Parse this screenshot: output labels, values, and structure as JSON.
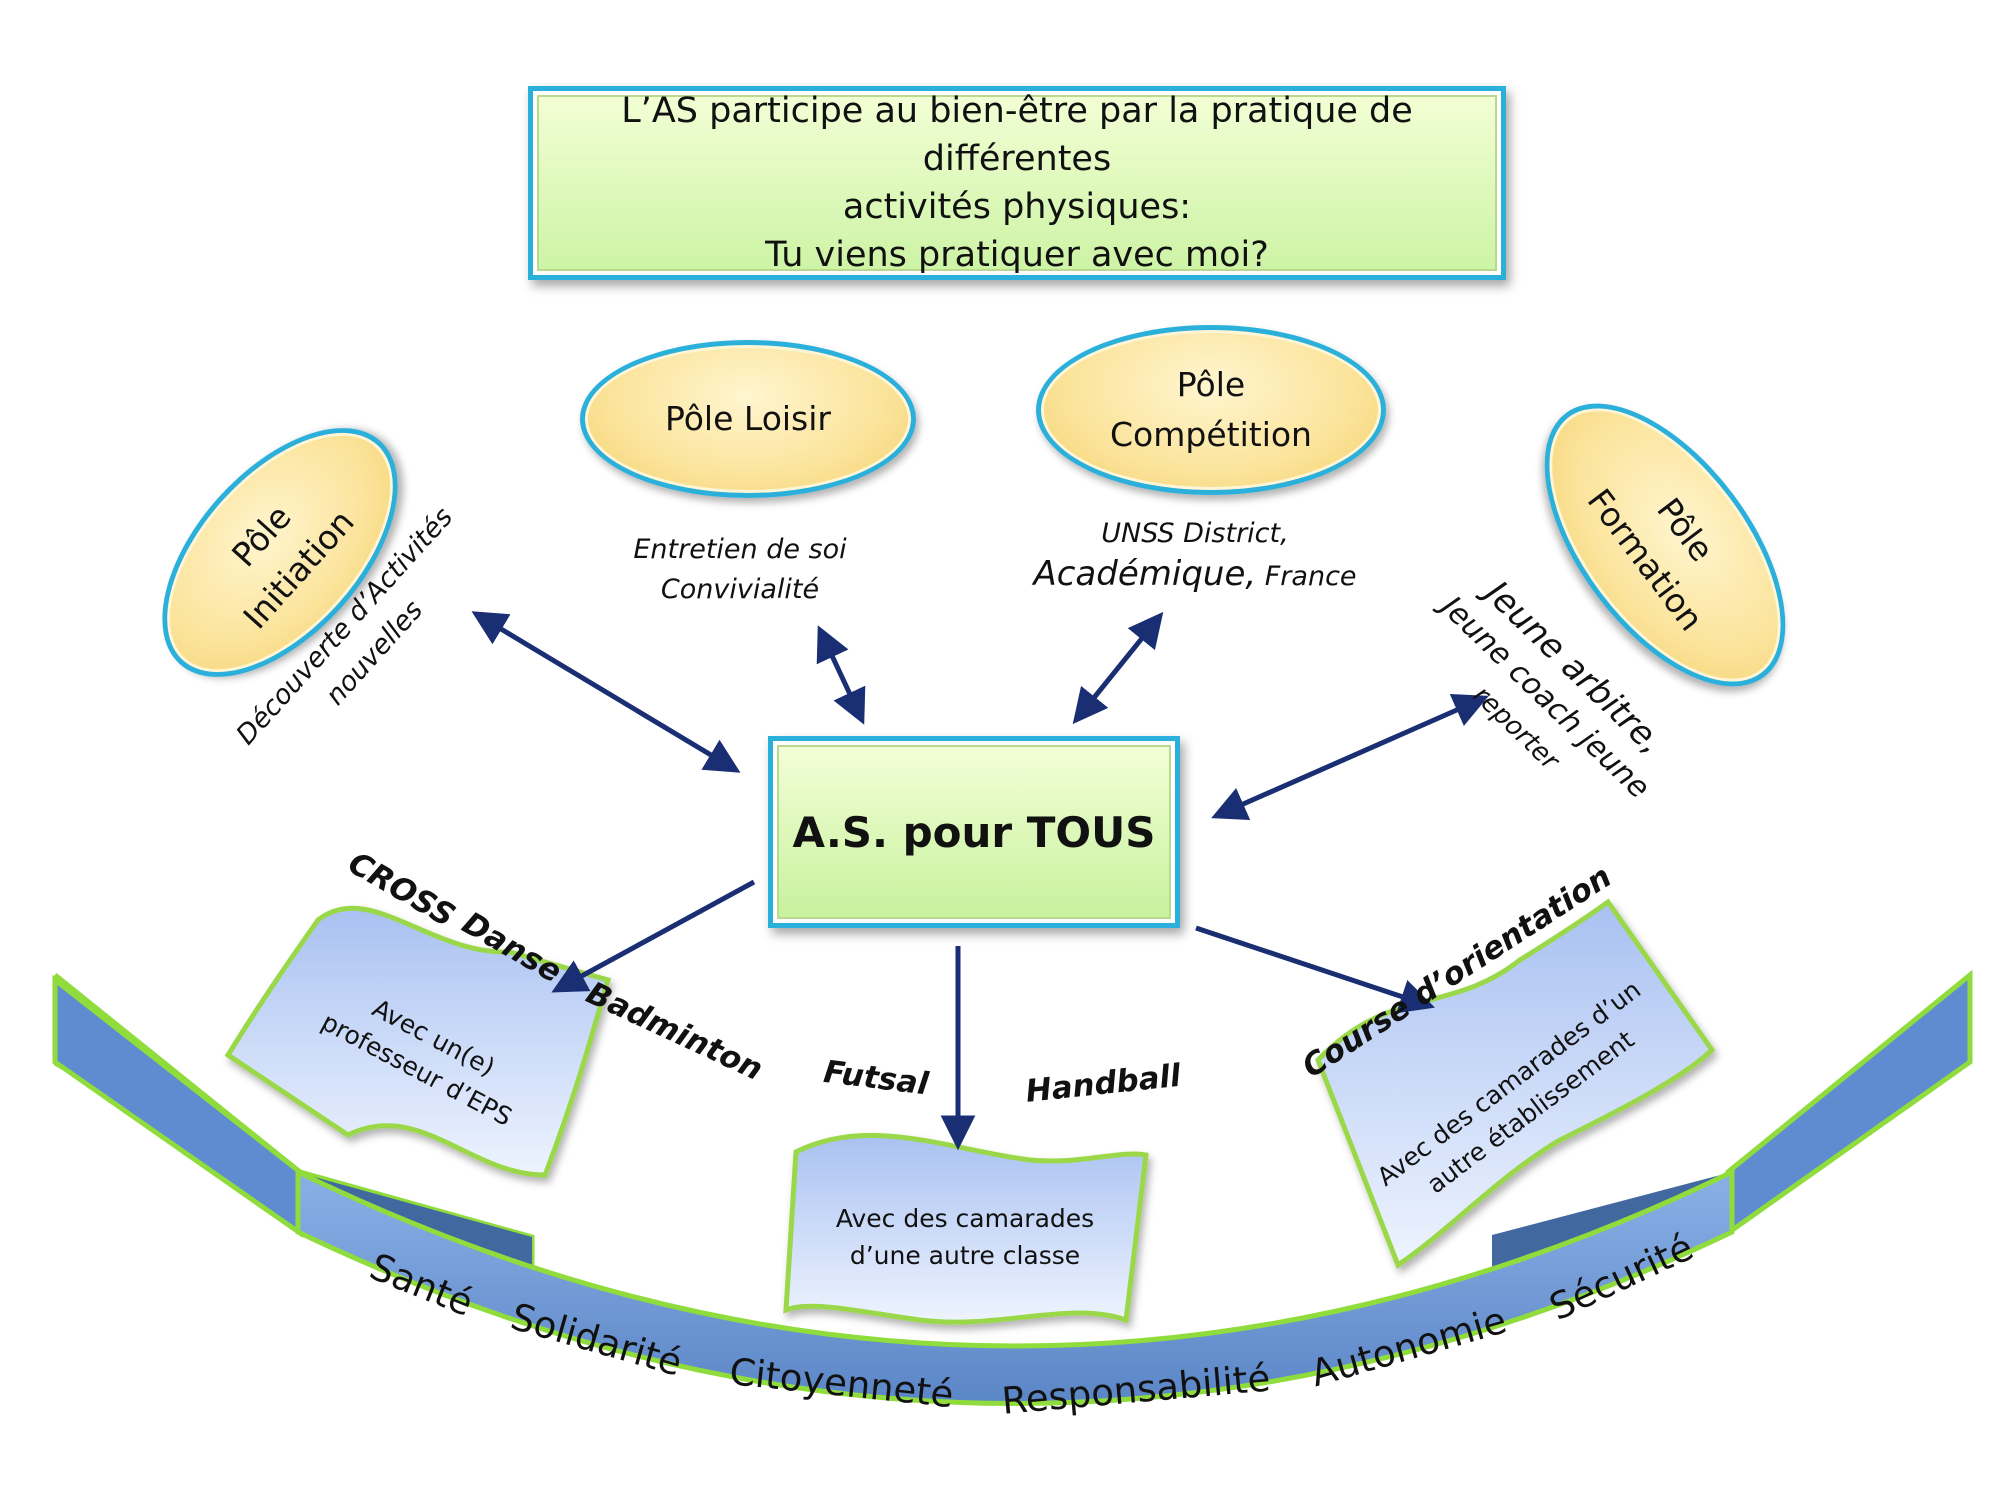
{
  "top_box": {
    "line1": "L’AS participe au bien-être par la pratique de différentes",
    "line2": "activités physiques:",
    "line3": "Tu viens pratiquer avec moi?"
  },
  "center_box": {
    "label": "A.S. pour TOUS"
  },
  "poles": {
    "initiation": {
      "line1": "Pôle",
      "line2": "Initiation"
    },
    "loisir": {
      "label": "Pôle Loisir"
    },
    "competition": {
      "line1": "Pôle",
      "line2": "Compétition"
    },
    "formation": {
      "line1": "Pôle",
      "line2": "Formation"
    }
  },
  "captions": {
    "initiation": {
      "line1": "Découverte d’Activités",
      "line2": "nouvelles"
    },
    "loisir": {
      "line1": "Entretien de soi",
      "line2": "Convivialité"
    },
    "competition": {
      "line1": "UNSS District,",
      "line2a": "Académique,",
      "line2b": "France"
    },
    "formation": {
      "line1": "Jeune arbitre,",
      "line2": "Jeune coach jeune",
      "line3": "reporter"
    }
  },
  "activities": {
    "cross": "CROSS",
    "danse": "Danse",
    "badminton": "Badminton",
    "futsal": "Futsal",
    "handball": "Handball",
    "course_orientation": "Course d’orientation"
  },
  "flags": {
    "left": {
      "line1": "Avec un(e)",
      "line2": "professeur d’EPS"
    },
    "middle": {
      "line1": "Avec des camarades",
      "line2": "d’une autre classe"
    },
    "right": {
      "line1": "Avec des camarades d’un",
      "line2": "autre établissement"
    }
  },
  "values": [
    "Santé",
    "Solidarité",
    "Citoyenneté",
    "Responsabilité",
    "Autonomie",
    "Sécurité"
  ],
  "colors": {
    "box_border": "#2bb0dc",
    "box_fill": "#d4f5b0",
    "oval_fill": "#fbe39a",
    "flag_fill": "#c9daf8",
    "flag_border": "#9ad84a",
    "banner_fill": "#6f9ad6",
    "banner_dark": "#41689f",
    "banner_border": "#8fdc3c",
    "arrow": "#1a2f73"
  }
}
